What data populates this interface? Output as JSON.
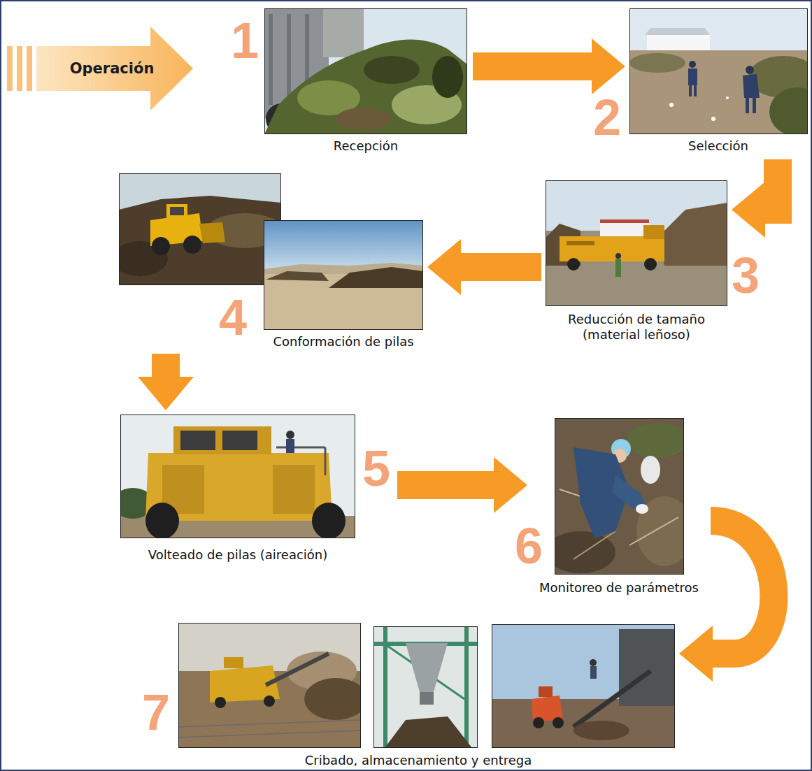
{
  "diagram": {
    "nodes": [
      {
        "text": [
          "Operación"
        ]
      },
      {
        "text": [
          "1",
          "Recepción"
        ]
      },
      {
        "text": [
          "2",
          "Selección"
        ]
      },
      {
        "text": [
          "3",
          "Reducción de tamaño (material leñoso)"
        ]
      },
      {
        "text": [
          "4",
          "Conformación de pilas"
        ]
      },
      {
        "text": [
          "5",
          "Volteado de pilas (aireación)"
        ]
      },
      {
        "text": [
          "6",
          "Monitoreo de parámetros"
        ]
      },
      {
        "text": [
          "7",
          "Cribado, almacenamiento y entrega"
        ]
      }
    ],
    "edges": [
      {
        "from": 1,
        "to": 2,
        "arrow": "to"
      },
      {
        "from": 2,
        "to": 3,
        "arrow": "to"
      },
      {
        "from": 3,
        "to": 4,
        "arrow": "to"
      },
      {
        "from": 4,
        "to": 5,
        "arrow": "to"
      },
      {
        "from": 5,
        "to": 6,
        "arrow": "to"
      },
      {
        "from": 6,
        "to": 7,
        "arrow": "to"
      }
    ]
  }
}
